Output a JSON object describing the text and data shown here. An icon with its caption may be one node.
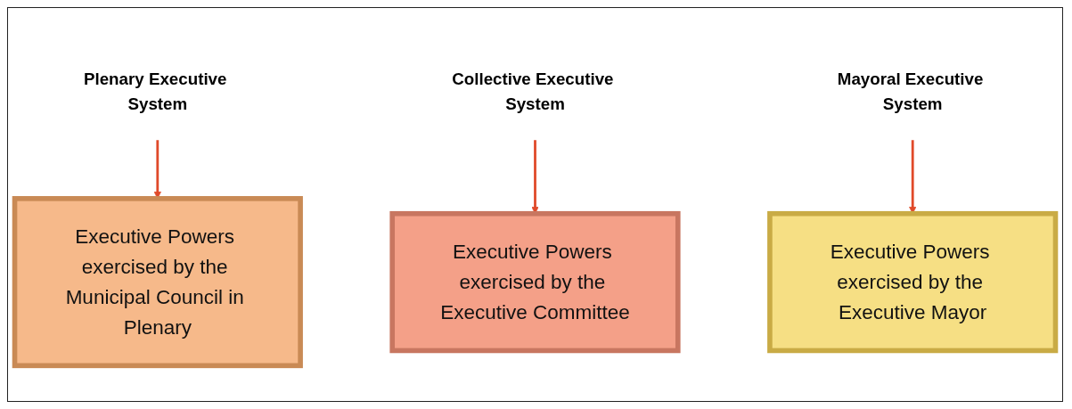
{
  "diagram": {
    "nodes": [
      {
        "text": [
          "Plenary Executive System"
        ]
      },
      {
        "text": [
          "Collective Executive System"
        ]
      },
      {
        "text": [
          "Mayoral Executive System"
        ]
      },
      {
        "text": [
          "Executive Powers exercised by the Municipal Council in Plenary"
        ]
      },
      {
        "text": [
          "Executive Powers exercised by the Executive Committee"
        ]
      },
      {
        "text": [
          "Executive Powers exercised by the Executive Mayor"
        ]
      }
    ],
    "edges": [
      {
        "from": 0,
        "to": 3,
        "arrow": "to"
      },
      {
        "from": 1,
        "to": 4,
        "arrow": "to"
      },
      {
        "from": 2,
        "to": 5,
        "arrow": "to"
      }
    ]
  }
}
